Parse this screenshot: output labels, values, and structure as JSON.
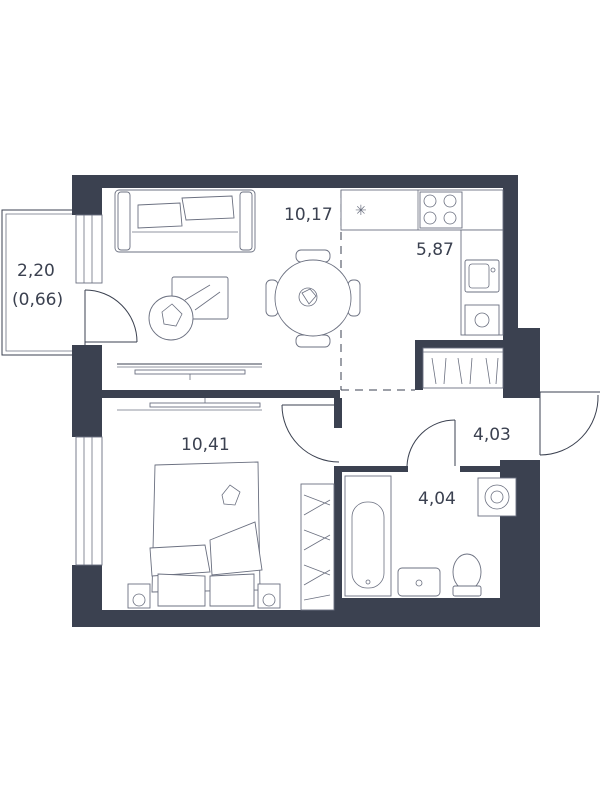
{
  "rooms": {
    "living_kitchen": {
      "area": "10,17"
    },
    "kitchen": {
      "area": "5,87"
    },
    "bedroom": {
      "area": "10,41"
    },
    "hall": {
      "area": "4,03"
    },
    "bathroom": {
      "area": "4,04"
    },
    "balcony": {
      "area": "2,20",
      "reduced_area": "(0,66)"
    }
  },
  "colors": {
    "wall": "#3b4150",
    "furniture_stroke": "#6b7080",
    "background": "#ffffff"
  }
}
